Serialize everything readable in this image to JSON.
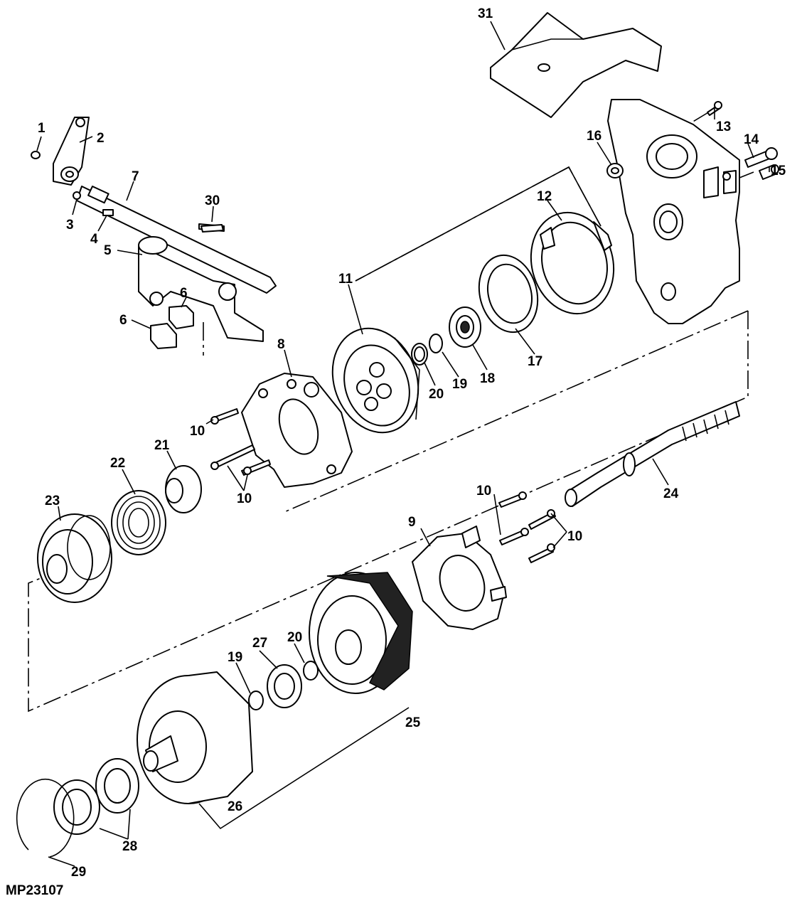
{
  "figure_id": "MP23107",
  "callouts": [
    {
      "key": "c1",
      "text": "1"
    },
    {
      "key": "c2",
      "text": "2"
    },
    {
      "key": "c3",
      "text": "3"
    },
    {
      "key": "c4",
      "text": "4"
    },
    {
      "key": "c5",
      "text": "5"
    },
    {
      "key": "c6a",
      "text": "6"
    },
    {
      "key": "c6b",
      "text": "6"
    },
    {
      "key": "c7",
      "text": "7"
    },
    {
      "key": "c8",
      "text": "8"
    },
    {
      "key": "c9",
      "text": "9"
    },
    {
      "key": "c10a",
      "text": "10"
    },
    {
      "key": "c10b",
      "text": "10"
    },
    {
      "key": "c10c",
      "text": "10"
    },
    {
      "key": "c10d",
      "text": "10"
    },
    {
      "key": "c11",
      "text": "11"
    },
    {
      "key": "c12",
      "text": "12"
    },
    {
      "key": "c13",
      "text": "13"
    },
    {
      "key": "c14",
      "text": "14"
    },
    {
      "key": "c15",
      "text": "15"
    },
    {
      "key": "c16",
      "text": "16"
    },
    {
      "key": "c17",
      "text": "17"
    },
    {
      "key": "c18",
      "text": "18"
    },
    {
      "key": "c19a",
      "text": "19"
    },
    {
      "key": "c19b",
      "text": "19"
    },
    {
      "key": "c20a",
      "text": "20"
    },
    {
      "key": "c20b",
      "text": "20"
    },
    {
      "key": "c21",
      "text": "21"
    },
    {
      "key": "c22",
      "text": "22"
    },
    {
      "key": "c23",
      "text": "23"
    },
    {
      "key": "c24",
      "text": "24"
    },
    {
      "key": "c25",
      "text": "25"
    },
    {
      "key": "c26",
      "text": "26"
    },
    {
      "key": "c27",
      "text": "27"
    },
    {
      "key": "c28",
      "text": "28"
    },
    {
      "key": "c29",
      "text": "29"
    },
    {
      "key": "c30",
      "text": "30"
    },
    {
      "key": "c31",
      "text": "31"
    }
  ]
}
